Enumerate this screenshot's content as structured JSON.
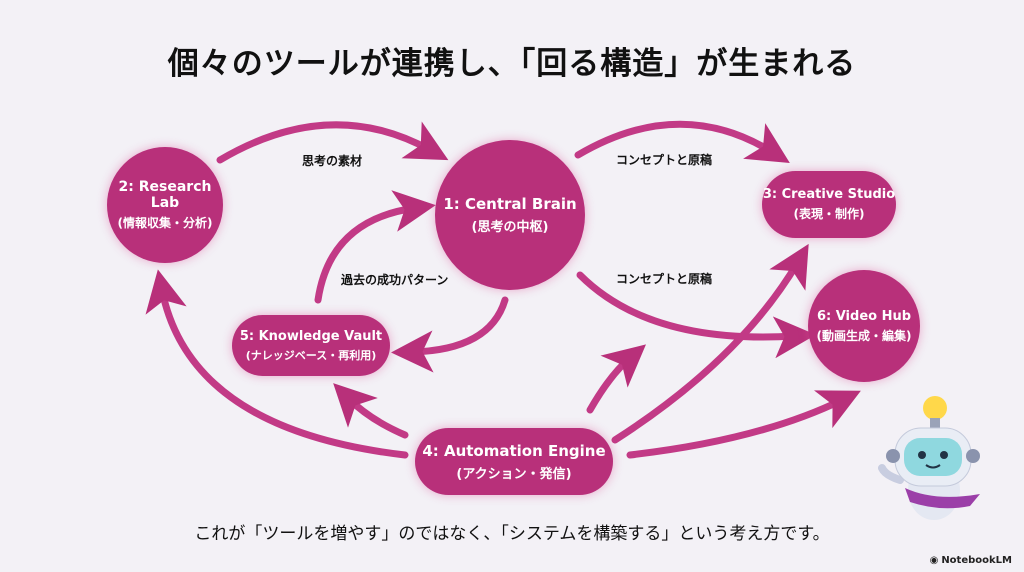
{
  "title": "個々のツールが連携し、「回る構造」が生まれる",
  "nodes": {
    "central_brain": {
      "en": "1: Central Brain",
      "jp": "(思考の中枢)"
    },
    "research_lab": {
      "en": "2: Research Lab",
      "jp": "(情報収集・分析)"
    },
    "creative_studio": {
      "en": "3: Creative Studio",
      "jp": "(表現・制作)"
    },
    "automation_engine": {
      "en": "4: Automation Engine",
      "jp": "(アクション・発信)"
    },
    "knowledge_vault": {
      "en": "5: Knowledge Vault",
      "jp": "(ナレッジベース・再利用)"
    },
    "video_hub": {
      "en": "6: Video Hub",
      "jp": "(動画生成・編集)"
    }
  },
  "edge_labels": {
    "research_to_brain": "思考の素材",
    "brain_to_creative": "コンセプトと原稿",
    "brain_to_video": "コンセプトと原稿",
    "vault_to_brain": "過去の成功パターン"
  },
  "footer": "これが「ツールを増やす」のではなく、「システムを構築する」という考え方です。",
  "logo": "NotebookLM",
  "colors": {
    "node": "#b8307a",
    "arrow": "#c23a86",
    "background": "#f3f1f6"
  }
}
